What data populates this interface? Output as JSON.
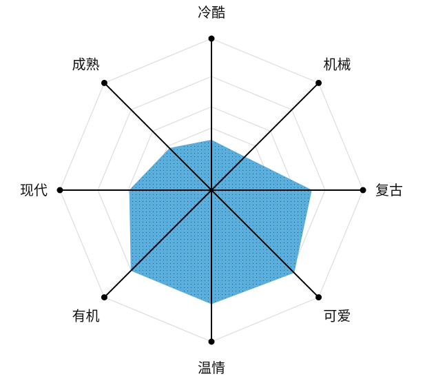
{
  "chart_data": {
    "type": "radar",
    "axes": [
      "冷酷",
      "机械",
      "复古",
      "可爱",
      "温情",
      "有机",
      "现代",
      "成熟"
    ],
    "values": [
      33,
      31,
      66,
      77,
      75,
      75,
      54,
      39
    ],
    "range": [
      0,
      100
    ],
    "grid_rings": [
      41,
      55,
      75,
      100
    ],
    "grid": true,
    "colors": {
      "fill": "#5aafdd",
      "dots": "#2a5f80",
      "axis": "#000000",
      "grid": "#dddddd"
    }
  }
}
